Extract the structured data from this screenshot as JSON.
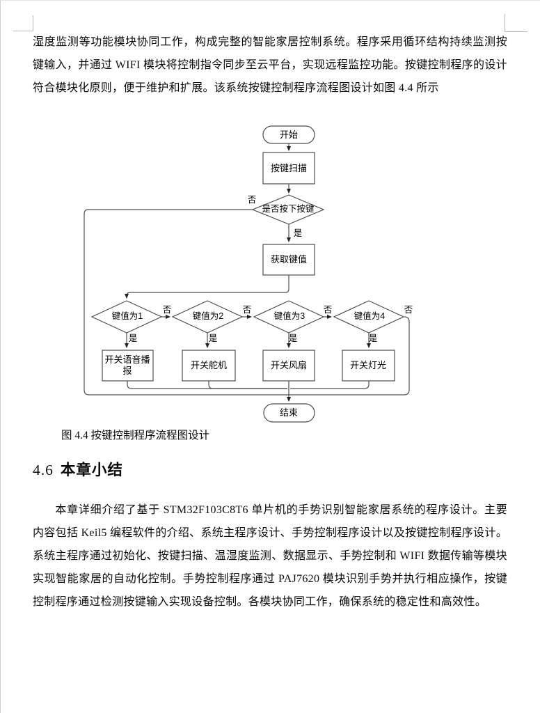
{
  "page": {
    "paragraph_top": "湿度监测等功能模块协同工作，构成完整的智能家居控制系统。程序采用循环结构持续监测按键输入，并通过 WIFI 模块将控制指令同步至云平台，实现远程监控功能。按键控制程序的设计符合模块化原则，便于维护和扩展。该系统按键控制程序流程图设计如图 4.4 所示",
    "figure_caption": "图 4.4 按键控制程序流程图设计",
    "section_heading": {
      "number": "4.6",
      "title": "本章小结"
    },
    "paragraph_summary": "本章详细介绍了基于 STM32F103C8T6 单片机的手势识别智能家居系统的程序设计。主要内容包括 Keil5 编程软件的介绍、系统主程序设计、手势控制程序设计以及按键控制程序设计。系统主程序通过初始化、按键扫描、温湿度监测、数据显示、手势控制和 WIFI 数据传输等模块实现智能家居的自动化控制。手势控制程序通过 PAJ7620 模块识别手势并执行相应操作，按键控制程序通过检测按键输入实现设备控制。各模块协同工作，确保系统的稳定性和高效性。"
  },
  "flowchart": {
    "nodes": {
      "start": "开始",
      "key_scan": "按键扫描",
      "key_pressed_check": "是否按下按键",
      "get_key_value": "获取键值",
      "key_is_1": "键值为1",
      "key_is_2": "键值为2",
      "key_is_3": "键值为3",
      "key_is_4": "键值为4",
      "toggle_voice": "开关语音播报",
      "toggle_servo": "开关舵机",
      "toggle_fan": "开关风扇",
      "toggle_light": "开关灯光",
      "end": "结束"
    },
    "branch_labels": {
      "yes": "是",
      "no": "否"
    },
    "line_color": "#4d4d4d"
  }
}
